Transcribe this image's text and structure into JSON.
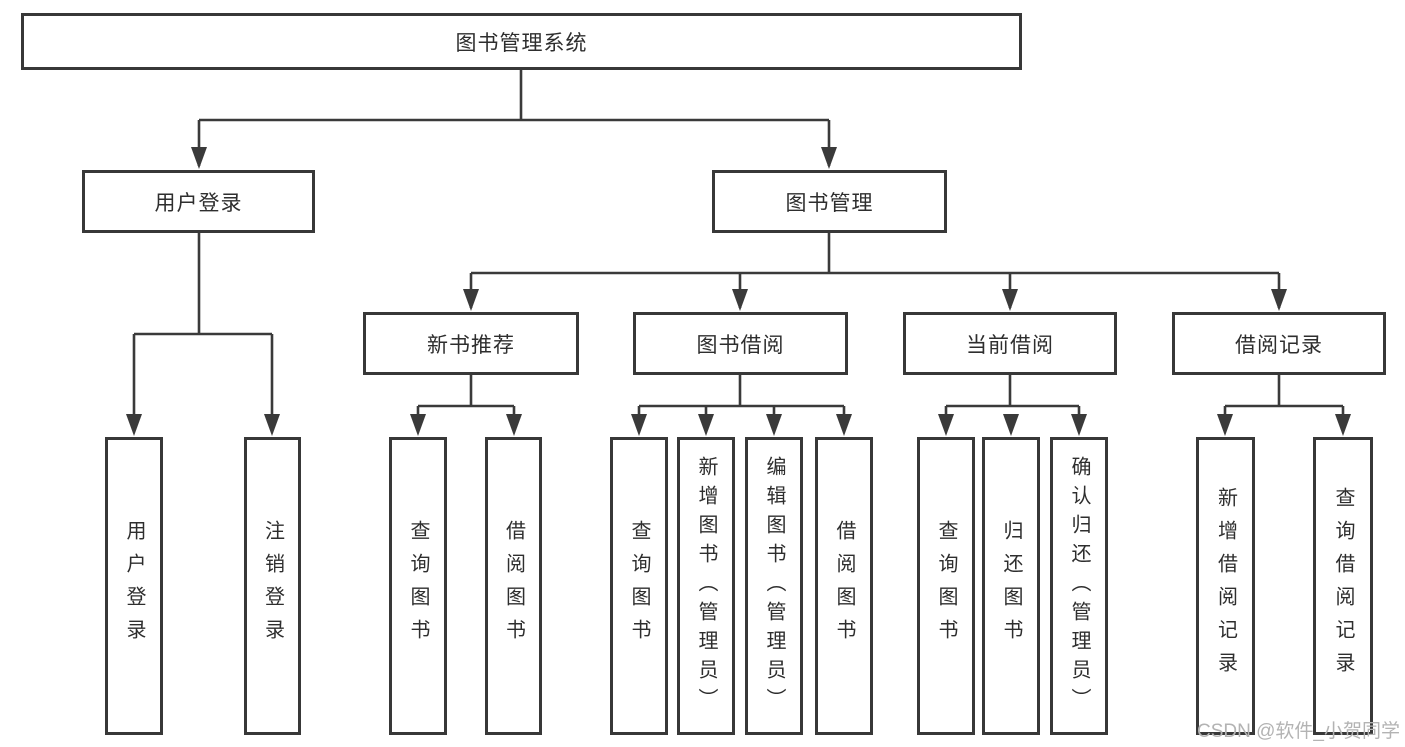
{
  "diagram": {
    "title": "图书管理系统",
    "root": {
      "label": "图书管理系统",
      "children": [
        {
          "label": "用户登录",
          "children": [
            {
              "label": "用户登录"
            },
            {
              "label": "注销登录"
            }
          ]
        },
        {
          "label": "图书管理",
          "children": [
            {
              "label": "新书推荐",
              "children": [
                {
                  "label": "查询图书"
                },
                {
                  "label": "借阅图书"
                }
              ]
            },
            {
              "label": "图书借阅",
              "children": [
                {
                  "label": "查询图书"
                },
                {
                  "label": "新增图书（管理员）"
                },
                {
                  "label": "编辑图书（管理员）"
                },
                {
                  "label": "借阅图书"
                }
              ]
            },
            {
              "label": "当前借阅",
              "children": [
                {
                  "label": "查询图书"
                },
                {
                  "label": "归还图书"
                },
                {
                  "label": "确认归还（管理员）"
                }
              ]
            },
            {
              "label": "借阅记录",
              "children": [
                {
                  "label": "新增借阅记录"
                },
                {
                  "label": "查询借阅记录"
                }
              ]
            }
          ]
        }
      ]
    },
    "colors": {
      "line": "#3a3a3a",
      "box_border": "#383838",
      "box_fill": "#ffffff",
      "text": "#2e2e2e",
      "watermark_text": "#b3b3b3"
    }
  },
  "watermark": {
    "label": "CSDN @软件_小贺同学"
  }
}
